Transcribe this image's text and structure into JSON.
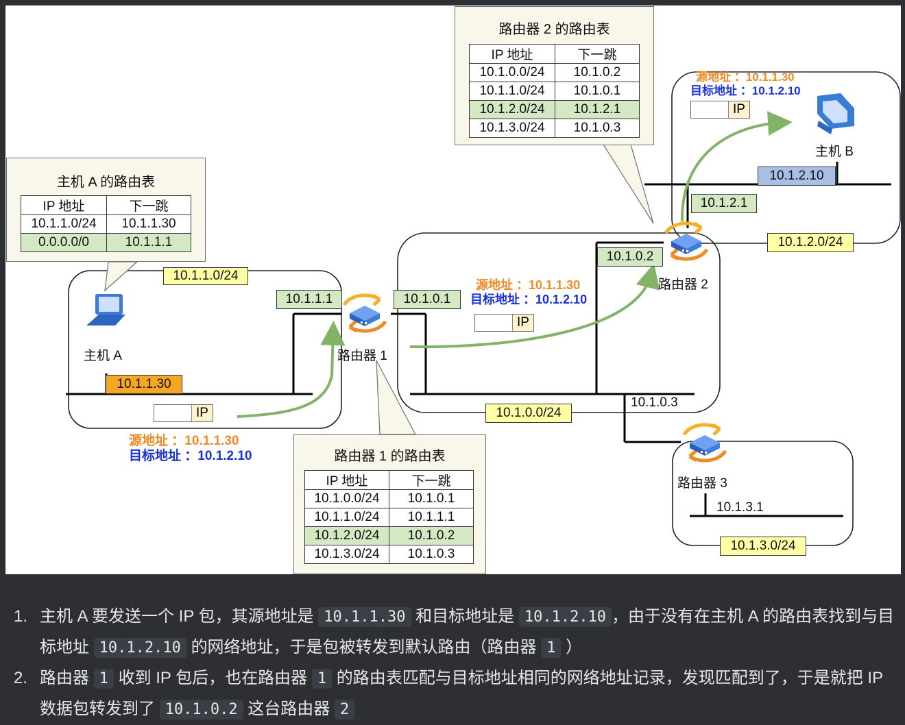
{
  "host_a": {
    "name": "主机 A",
    "network": "10.1.1.0/24",
    "ip": "10.1.1.30",
    "table": {
      "title": "主机 A 的路由表",
      "headers": [
        "IP 地址",
        "下一跳"
      ],
      "rows": [
        [
          "10.1.1.0/24",
          "10.1.1.30"
        ],
        [
          "0.0.0.0/0",
          "10.1.1.1"
        ]
      ]
    }
  },
  "router1": {
    "name": "路由器 1",
    "if_left": "10.1.1.1",
    "if_right": "10.1.0.1",
    "table": {
      "title": "路由器 1 的路由表",
      "headers": [
        "IP 地址",
        "下一跳"
      ],
      "rows": [
        [
          "10.1.0.0/24",
          "10.1.0.1"
        ],
        [
          "10.1.1.0/24",
          "10.1.1.1"
        ],
        [
          "10.1.2.0/24",
          "10.1.0.2"
        ],
        [
          "10.1.3.0/24",
          "10.1.0.3"
        ]
      ]
    }
  },
  "router2": {
    "name": "路由器 2",
    "if_down": "10.1.0.2",
    "if_up": "10.1.2.1",
    "table": {
      "title": "路由器 2 的路由表",
      "headers": [
        "IP 地址",
        "下一跳"
      ],
      "rows": [
        [
          "10.1.0.0/24",
          "10.1.0.2"
        ],
        [
          "10.1.1.0/24",
          "10.1.0.1"
        ],
        [
          "10.1.2.0/24",
          "10.1.2.1"
        ],
        [
          "10.1.3.0/24",
          "10.1.0.3"
        ]
      ]
    }
  },
  "router3": {
    "name": "路由器 3",
    "if_up": "10.1.0.3",
    "if_down": "10.1.3.1",
    "network": "10.1.3.0/24"
  },
  "host_b": {
    "name": "主机 B",
    "ip": "10.1.2.10",
    "network": "10.1.2.0/24"
  },
  "middle_network": "10.1.0.0/24",
  "packet": {
    "label": "IP",
    "src_label": "源地址 ：",
    "src": "10.1.1.30",
    "dst_label": "目标地址 ：",
    "dst": "10.1.2.10"
  },
  "notes": [
    {
      "num": "1.",
      "parts": [
        "主机 A 要发送一个 IP 包，其源地址是",
        "10.1.1.30",
        "和目标地址是",
        "10.1.2.10",
        "，由于没有在主机 A 的路由表找到与目标地址",
        "10.1.2.10",
        "的网络地址，于是包被转发到默认路由（路由器",
        "1",
        "）"
      ]
    },
    {
      "num": "2.",
      "parts": [
        "路由器",
        "1",
        "收到 IP 包后，也在路由器",
        "1",
        "的路由表匹配与目标地址相同的网络地址记录，发现匹配到了，于是就把 IP 数据包转发到了",
        "10.1.0.2",
        "这台路由器",
        "2"
      ]
    }
  ],
  "colors": {
    "arrow": "#82b366",
    "tag_yellow": "#ffffa6",
    "tag_green": "#d5e8c4",
    "tag_orange": "#f5a623",
    "tag_blue": "#a8bfe8",
    "src_text": "#f08a24",
    "dst_text": "#1a30d8",
    "background": "#2d2f33"
  },
  "icons": {
    "host": "laptop-icon",
    "router": "router-icon",
    "host_b": "desktop-computer-icon"
  }
}
